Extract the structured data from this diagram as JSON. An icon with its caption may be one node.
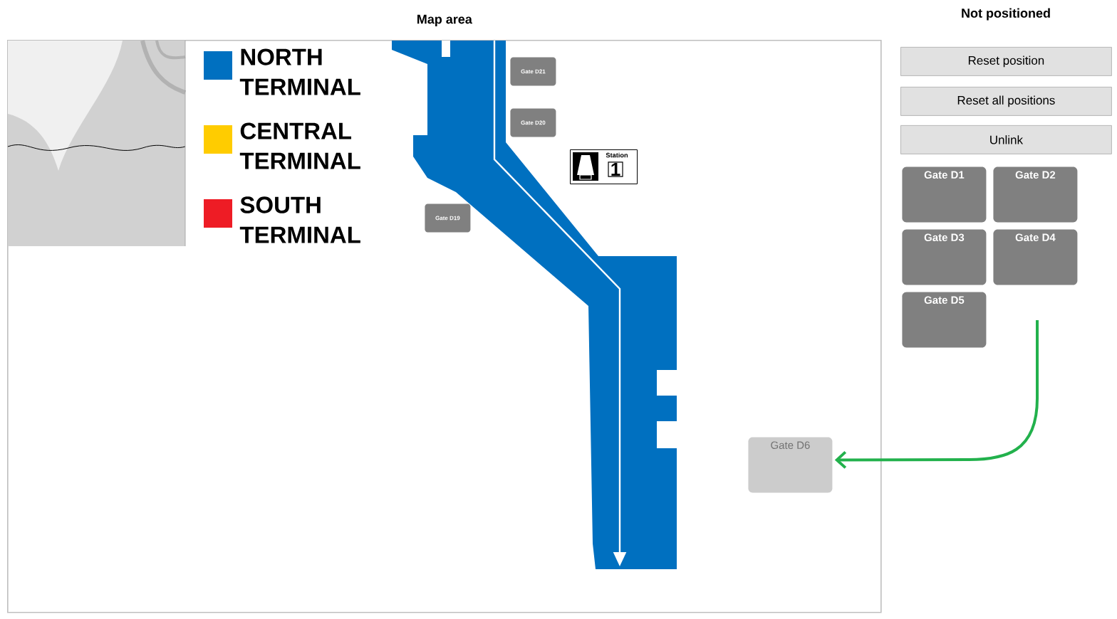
{
  "diagram": {
    "nodes": [
      {
        "text": [
          "Map area"
        ]
      },
      {
        "text": [
          "Gate D21"
        ],
        "in": 0
      },
      {
        "text": [
          "Gate D20"
        ],
        "in": 0
      },
      {
        "text": [
          "Station",
          "1"
        ],
        "in": 0
      },
      {
        "text": [
          "Gate D19"
        ],
        "in": 0
      },
      {
        "text": [
          "Gate D6"
        ],
        "in": 0
      },
      {
        "text": [
          "Reset position"
        ]
      },
      {
        "text": [
          "Reset all positions"
        ]
      },
      {
        "text": [
          "Unlink"
        ]
      },
      {
        "text": [
          "Gate D1"
        ]
      },
      {
        "text": [
          "Gate D2"
        ]
      },
      {
        "text": [
          "Gate D3"
        ]
      },
      {
        "text": [
          "Gate D4"
        ]
      },
      {
        "text": [
          "Gate D5"
        ]
      }
    ],
    "edges": [
      {
        "from": null,
        "to": 5,
        "arrow": "to",
        "color": "#22b14c"
      }
    ],
    "labels": [
      "Not positioned"
    ],
    "legend": [
      {
        "text": "NORTH TERMINAL",
        "color": "#0070c0"
      },
      {
        "text": "CENTRAL TERMINAL",
        "color": "#ffcc00"
      },
      {
        "text": "SOUTH TERMINAL",
        "color": "#ee1c25"
      }
    ]
  }
}
